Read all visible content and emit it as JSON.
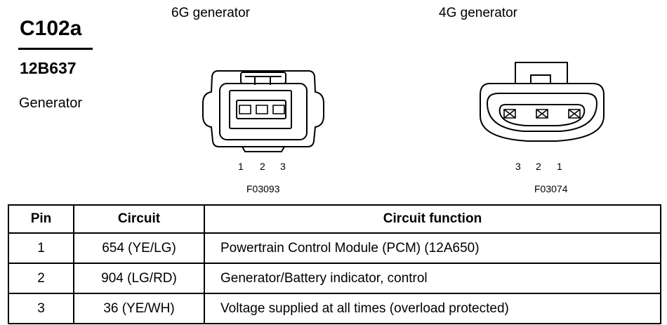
{
  "header": {
    "connector": "C102a",
    "part_number": "12B637",
    "component": "Generator"
  },
  "connectors": [
    {
      "label": "6G generator",
      "pins": [
        "1",
        "2",
        "3"
      ],
      "figure_id": "F03093"
    },
    {
      "label": "4G generator",
      "pins": [
        "3",
        "2",
        "1"
      ],
      "figure_id": "F03074"
    }
  ],
  "table": {
    "columns": [
      "Pin",
      "Circuit",
      "Circuit function"
    ],
    "rows": [
      {
        "pin": "1",
        "circuit": "654 (YE/LG)",
        "function": "Powertrain Control Module (PCM) (12A650)"
      },
      {
        "pin": "2",
        "circuit": "904 (LG/RD)",
        "function": "Generator/Battery indicator, control"
      },
      {
        "pin": "3",
        "circuit": "36 (YE/WH)",
        "function": "Voltage supplied at all times (overload protected)"
      }
    ]
  }
}
